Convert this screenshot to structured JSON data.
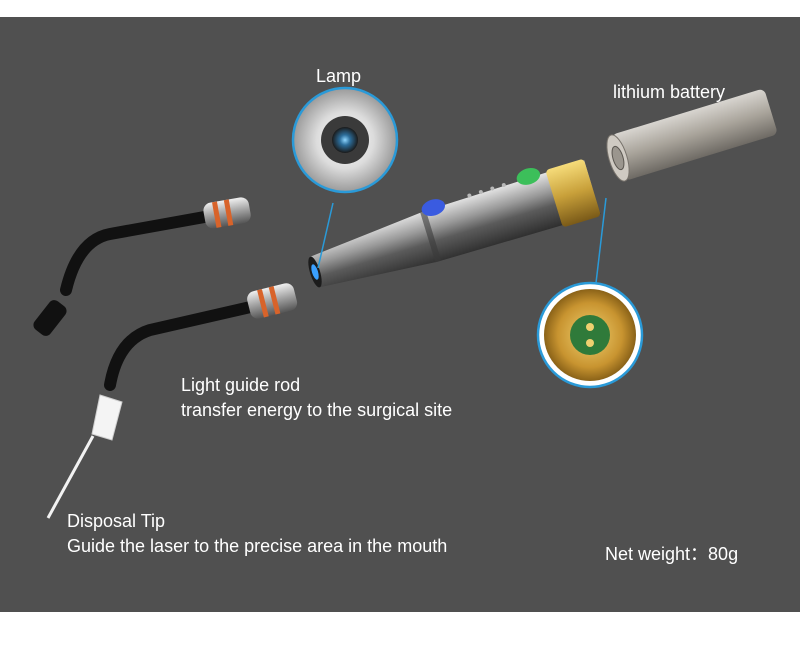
{
  "labels": {
    "lamp": "Lamp",
    "battery": "lithium battery",
    "light_guide_title": "Light guide rod",
    "light_guide_desc": "transfer energy to the surgical site",
    "tip_title": "Disposal Tip",
    "tip_desc": "Guide the laser to the precise area in the mouth",
    "weight": "Net weight：80g"
  },
  "colors": {
    "background": "#505050",
    "callout_ring": "#2a9ad8",
    "gold": "#c8a03a",
    "button_blue": "#3a5be0",
    "button_green": "#3cbf5a"
  }
}
